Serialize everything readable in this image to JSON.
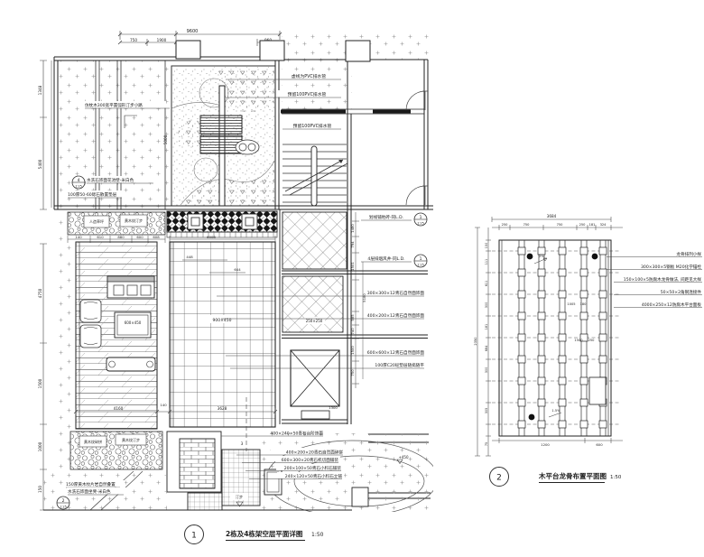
{
  "plan": {
    "number": "1",
    "title": "2栋及4栋架空层平面详图",
    "scale": "1:50",
    "dims": {
      "top_total": "9600",
      "t1": "750",
      "t2": "1900",
      "t3": "960",
      "left1": "1348",
      "left2": "5400",
      "left3": "4750",
      "left4": "1500",
      "left5": "1000",
      "left6": "150",
      "bed_h": "5000",
      "deck_w": "4160",
      "gap": "140",
      "plaza_w": "3628",
      "plaza_label": "900×450",
      "deck_label": "600×450",
      "mid1": "1480",
      "mid2": "794",
      "mid3": "1501",
      "mid4": "5180",
      "mid5": "585",
      "mid6": "740",
      "mid7": "1500",
      "mid8": "750",
      "b1": "140",
      "b2": "610",
      "b3": "880",
      "b4": "600",
      "b5": "608",
      "b6": "6008",
      "b7": "448",
      "b8": "644",
      "b9": "1300",
      "b10": "3"
    },
    "ann": {
      "pvc1": "虚线为PVC排水管",
      "pvc2": "预留100PVC排水管",
      "pvc3": "预留100PVC排水管",
      "tile_biz": "划线铺地砖-同L.D.",
      "well": "4层排烟风井-同L.D.",
      "stone1": "300×300×12青石自然面饰面",
      "stone2": "400×200×12青石自然面饰面",
      "stone3": "600×600×12青石自然面饰面",
      "stone4": "100厚C20砼垫层随捣随平",
      "step1": "400×240×50青石台阶饰面",
      "step2": "400×200×20青石自然面碎拼",
      "step3": "600×300×20青石机切面铺装",
      "step4": "200×100×50青石小料石铺装",
      "step5": "240×120×50青石小料石立铺",
      "curb": "仿枕木300宽平置弧形汀步小路",
      "wall_cap": "水洗石饰面花池壁-米白色",
      "gravel": "100厚50-60砾石散置垫层",
      "slate1": "150厚黄木纹片岩自然叠置",
      "slate2": "水洗石饰面坐凳-米白色",
      "pebble1": "人造草坪",
      "pebble2": "黄木纹汀步",
      "pebble3": "黄木纹碎拼",
      "pebble4": "黄木纹汀步",
      "tingbu": "汀步",
      "lattice_label": "250×250",
      "lv1": "+450"
    },
    "markers": {
      "m1_num": "1",
      "m1_scale": "1:25",
      "m2_num": "1",
      "m2_scale": "1:25",
      "m3_num": "2",
      "m3_scale": "1:25",
      "m4_num": "4",
      "m4_scale": "1:25"
    }
  },
  "detail": {
    "number": "2",
    "title": "木平台龙骨布置平面图",
    "scale": "1:50",
    "dims": {
      "top_total": "3684",
      "t1": "250",
      "t2": "750",
      "t3": "750",
      "t4": "250",
      "t5": "181",
      "t6": "324",
      "left_total": "2350",
      "l1": "150",
      "l2": "111",
      "l3": "611",
      "l4": "300",
      "l5": "181",
      "l6": "684",
      "l7": "300",
      "l8": "305",
      "l9": "75",
      "b1": "1200",
      "b2": "600",
      "e1": "1005",
      "e2": "180",
      "e3": "1500",
      "e4": "250",
      "s1": "2%",
      "s2": "1.5%"
    },
    "ann": {
      "a1": "龙骨排列小样",
      "a2": "300×300×5钢板 M20化学锚栓",
      "a3": "150×100×5防腐木龙骨做法, 间距见大样",
      "a4": "50×50×2角钢连接件",
      "a5": "4000×250×12防腐木平台面板"
    }
  }
}
